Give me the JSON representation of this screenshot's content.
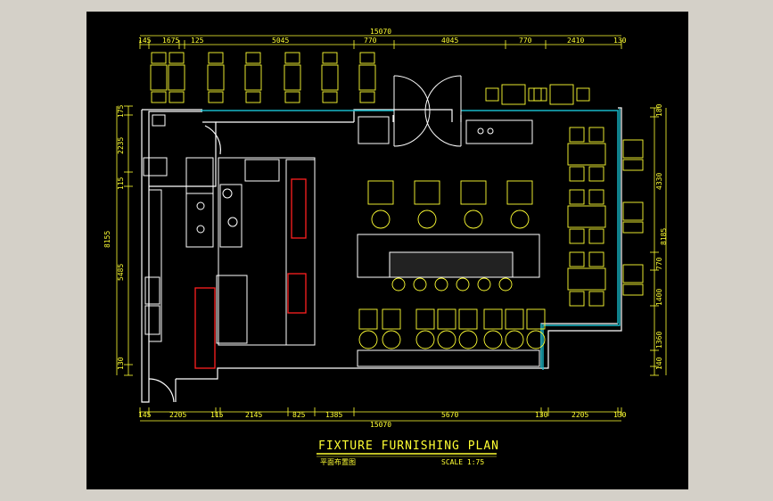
{
  "drawing": {
    "title": "FIXTURE FURNISHING PLAN",
    "subtitle_cn": "平面布置图",
    "scale": "SCALE 1:75"
  },
  "dimensions": {
    "top_total": "15070",
    "top": [
      "145",
      "1675",
      "125",
      "5045",
      "770",
      "4045",
      "770",
      "2410",
      "130"
    ],
    "bottom_total": "15070",
    "bottom": [
      "145",
      "2205",
      "115",
      "2145",
      "825",
      "1385",
      "5670",
      "130",
      "2205",
      "130"
    ],
    "left_total": "8155",
    "left": [
      "175",
      "2235",
      "115",
      "5485",
      "130"
    ],
    "right_total": "8185",
    "right": [
      "180",
      "4330",
      "770",
      "1400",
      "1360",
      "140"
    ]
  },
  "colors": {
    "background": "#000000",
    "line": "#ffffff",
    "dimension": "#ffff33",
    "wall_glass": "#18b8c8",
    "equipment": "#ff2020"
  }
}
